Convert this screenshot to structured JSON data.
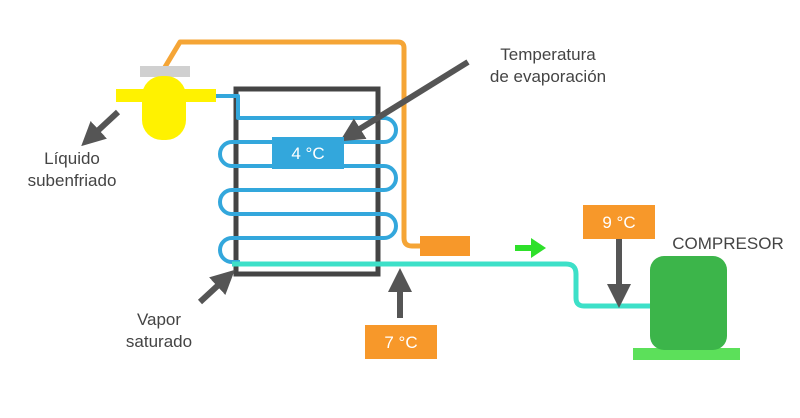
{
  "labels": {
    "evap_temp_line1": "Temperatura",
    "evap_temp_line2": "de evaporación",
    "liquid_line1": "Líquido",
    "liquid_line2": "subenfriado",
    "vapor_line1": "Vapor",
    "vapor_line2": "saturado",
    "compressor": "COMPRESOR"
  },
  "readouts": {
    "evaporator": "4 °C",
    "suction_outlet": "7 °C",
    "compressor_inlet": "9 °C"
  },
  "colors": {
    "liquid_line": "#f5a536",
    "evaporator_coil": "#33a7dc",
    "suction_line": "#3de0c8",
    "valve": "#fff200",
    "valve_cap": "#d0d0d0",
    "sensor_box": "#f7982a",
    "compressor_body": "#3cb54a",
    "compressor_base": "#5ce05a",
    "flow_arrow": "#2ee02a",
    "pointer_arrow": "#555555",
    "evaporator_frame": "#444444"
  }
}
